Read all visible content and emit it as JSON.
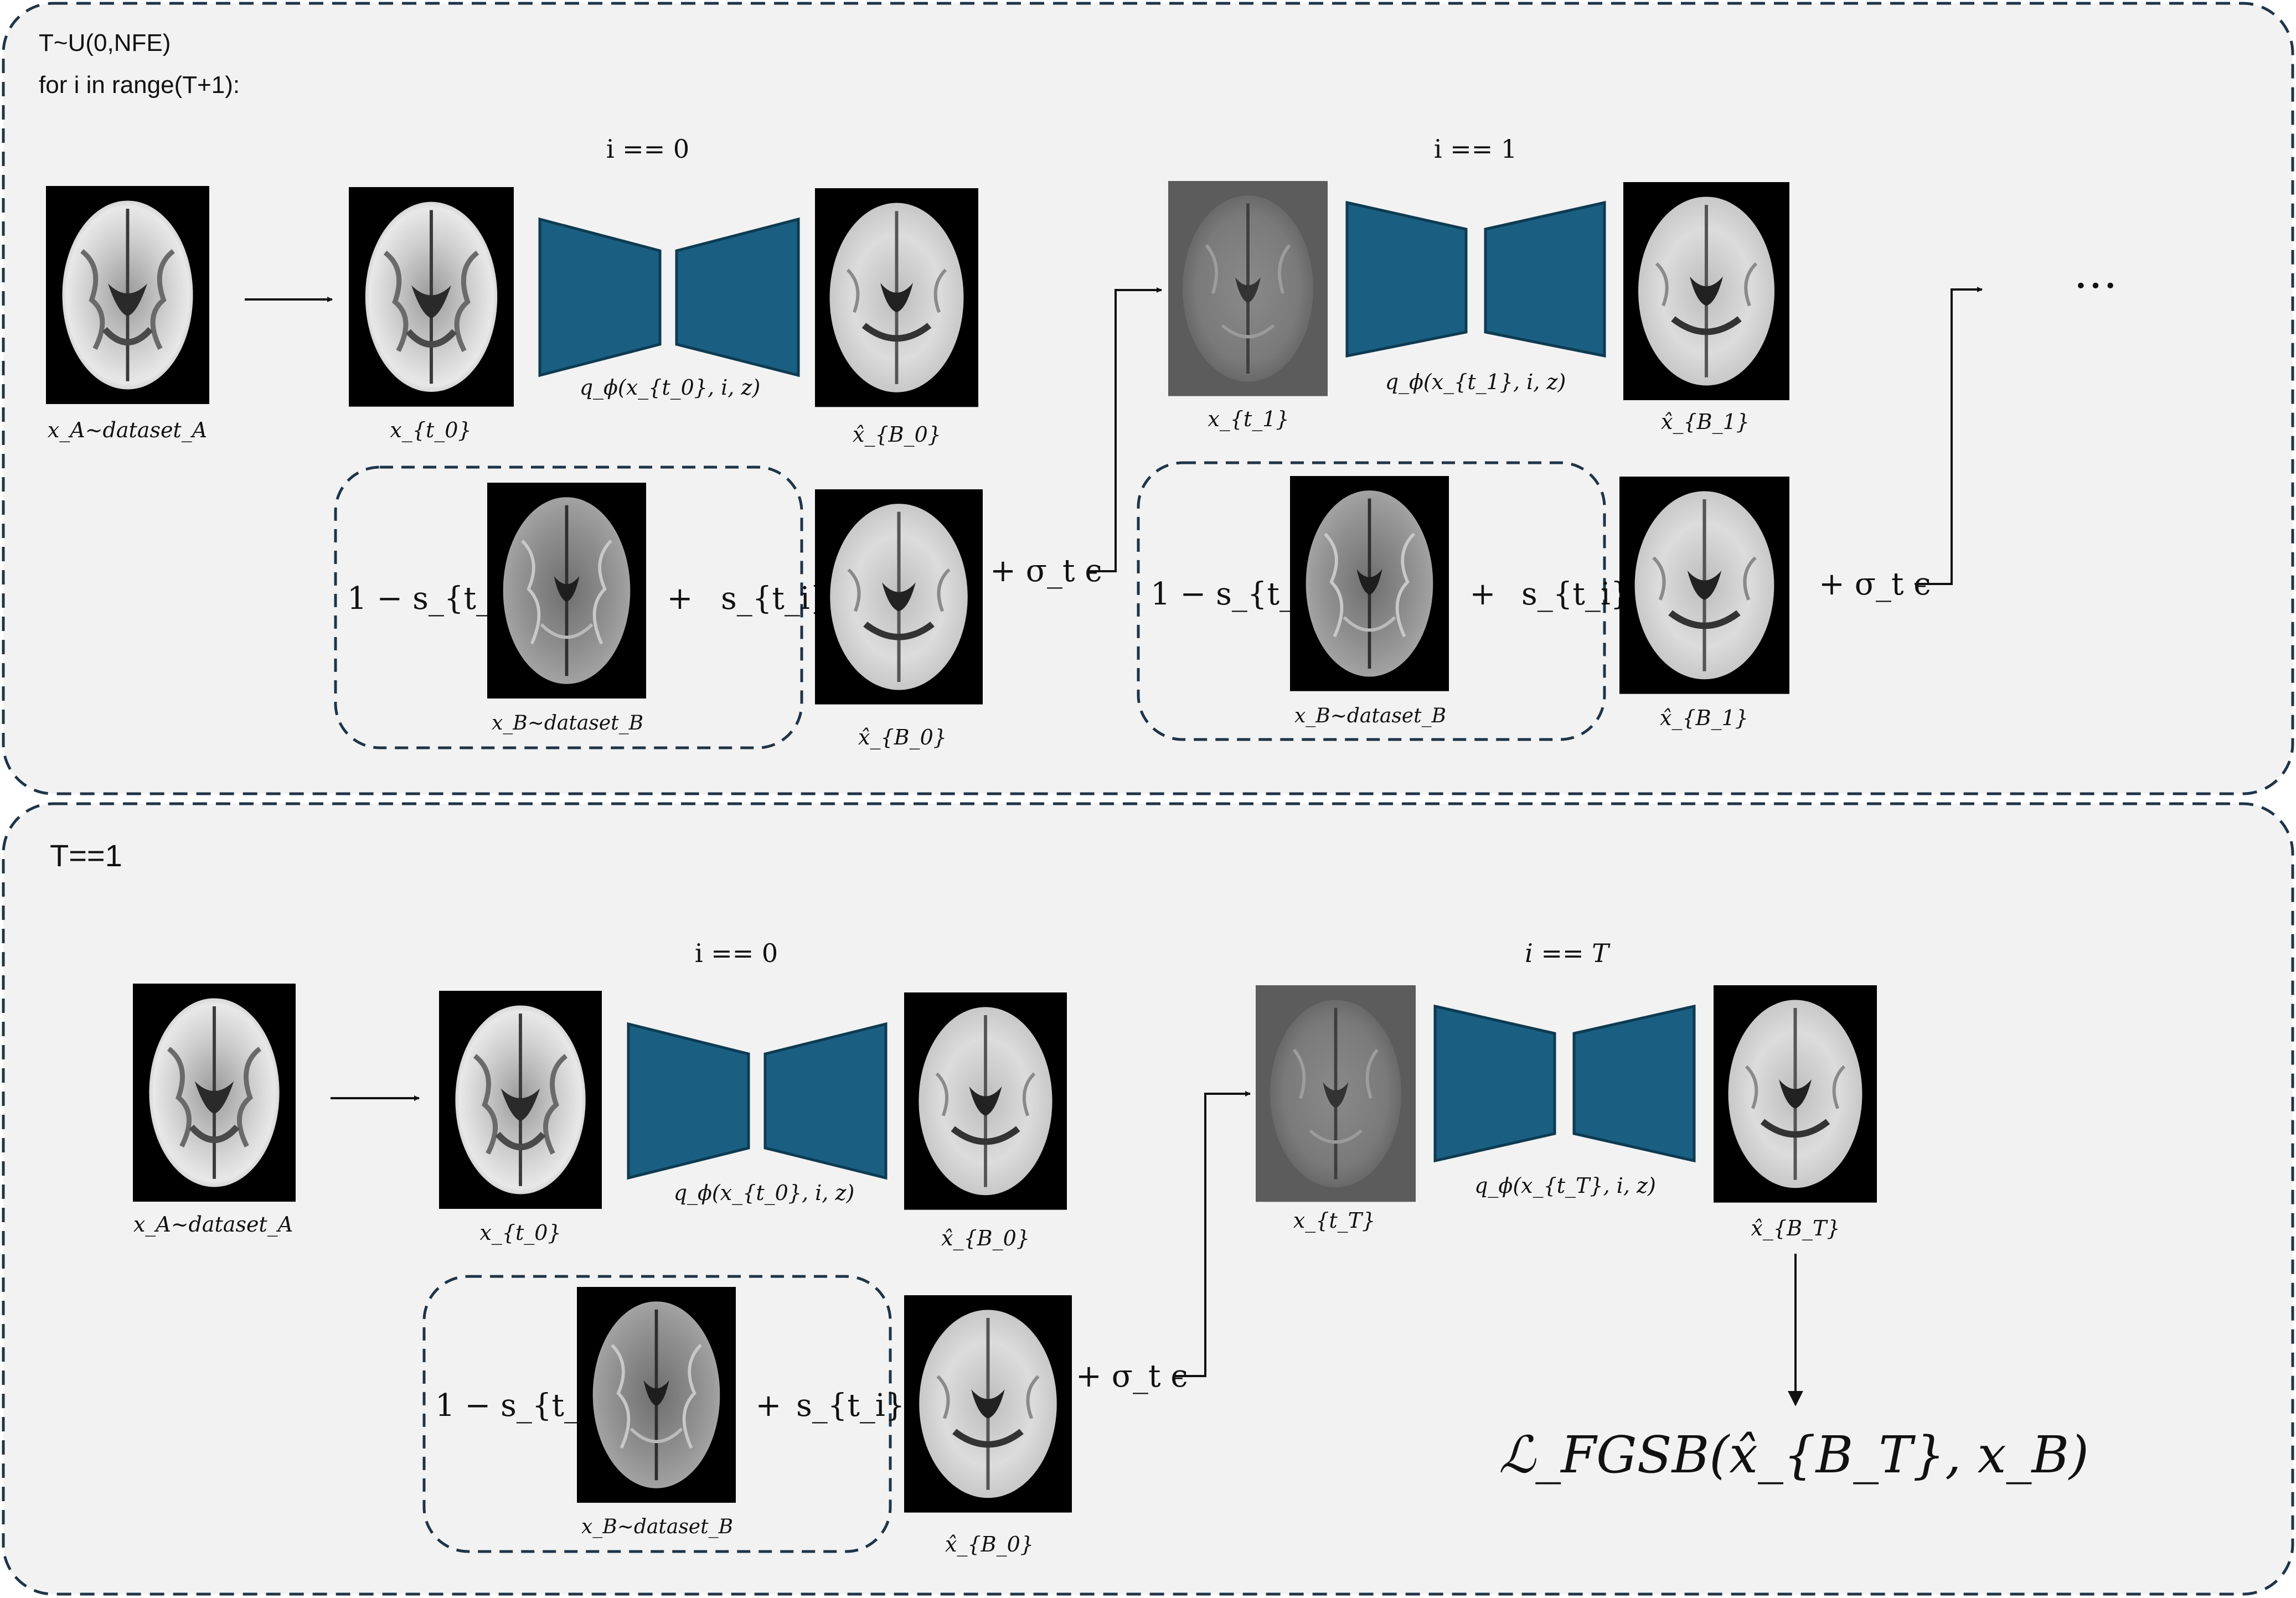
{
  "panel_top": {
    "line1": "T~U(0,NFE)",
    "line2": "for i in range(T+1):",
    "step0_label": "i == 0",
    "step1_label": "i == 1",
    "ellipsis": "…",
    "input_caption": "x_A~dataset_A",
    "xt0_caption": "x_{t_0}",
    "net0_caption": "q_ϕ(x_{t_0}, i, z)",
    "out0_caption": "x̂_{B_0}",
    "xt1_caption": "x_{t_1}",
    "net1_caption": "q_ϕ(x_{t_1}, i, z)",
    "out1_caption": "x̂_{B_1}",
    "mix0_left": "1 − s_{t_i} ×",
    "mix0_plus": "+",
    "mix0_right": "s_{t_i} ×",
    "mix0_caption": "x_B~dataset_B",
    "mix0_out_caption": "x̂_{B_0}",
    "noise0": "+ σ_t ϵ",
    "mix1_left": "1 − s_{t_i} ×",
    "mix1_plus": "+",
    "mix1_right": "s_{t_i} ×",
    "mix1_caption": "x_B~dataset_B",
    "mix1_out_caption": "x̂_{B_1}",
    "noise1": "+ σ_t ϵ"
  },
  "panel_bottom": {
    "title": "T==1",
    "step0_label": "i == 0",
    "stepT_label": "i == T",
    "input_caption": "x_A~dataset_A",
    "xt0_caption": "x_{t_0}",
    "net0_caption": "q_ϕ(x_{t_0}, i, z)",
    "out0_caption": "x̂_{B_0}",
    "xtT_caption": "x_{t_T}",
    "netT_caption": "q_ϕ(x_{t_T}, i, z)",
    "outT_caption": "x̂_{B_T}",
    "mix_left": "1 − s_{t_i} ×",
    "mix_plus": "+",
    "mix_right": "s_{t_i} ×",
    "mix_caption": "x_B~dataset_B",
    "mix_out_caption": "x̂_{B_0}",
    "noise": "+ σ_t ϵ",
    "loss": "ℒ_FGSB(x̂_{B_T}, x_B)"
  },
  "colors": {
    "panel_bg": "#f2f2f2",
    "border": "#1f3447",
    "network": "#1a5f82",
    "network_edge": "#0e3b52"
  }
}
